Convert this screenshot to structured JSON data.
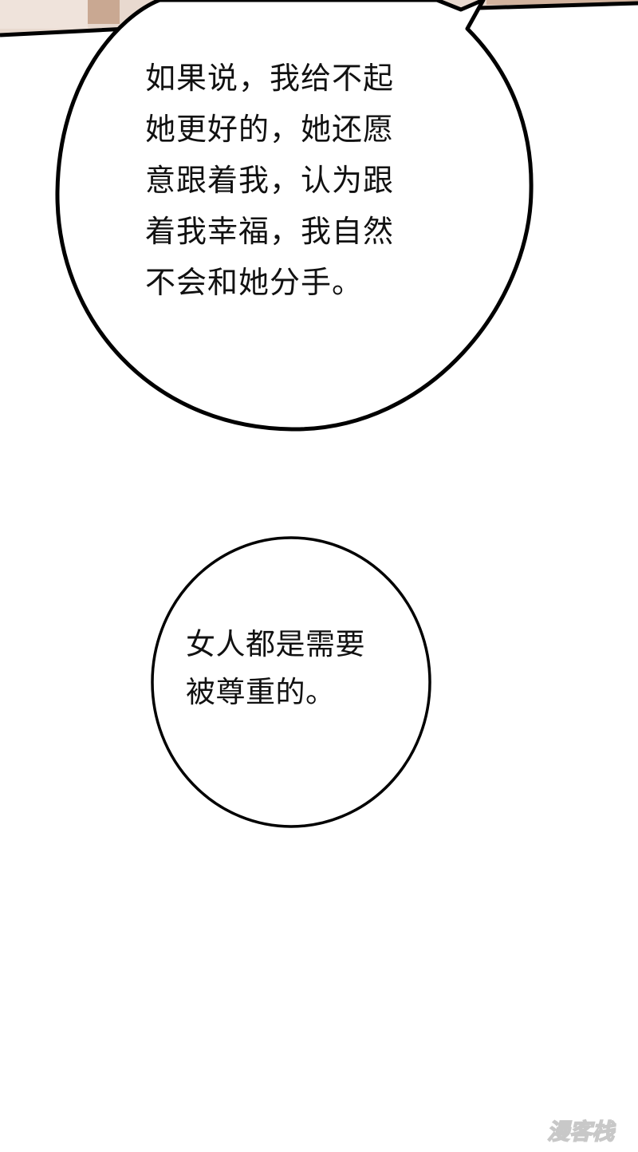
{
  "bubble1": {
    "lines": [
      "如果说，我给不起",
      "她更好的，她还愿",
      "意跟着我，认为跟",
      "着我幸福，我自然",
      "不会和她分手。"
    ]
  },
  "bubble2": {
    "lines": [
      "女人都是需要",
      "被尊重的。"
    ]
  },
  "watermark": {
    "text": "漫客栈"
  },
  "colors": {
    "outline": "#000000",
    "panel_top": "#e9dcd3",
    "panel_accent": "#c89a7c",
    "background": "#ffffff"
  }
}
